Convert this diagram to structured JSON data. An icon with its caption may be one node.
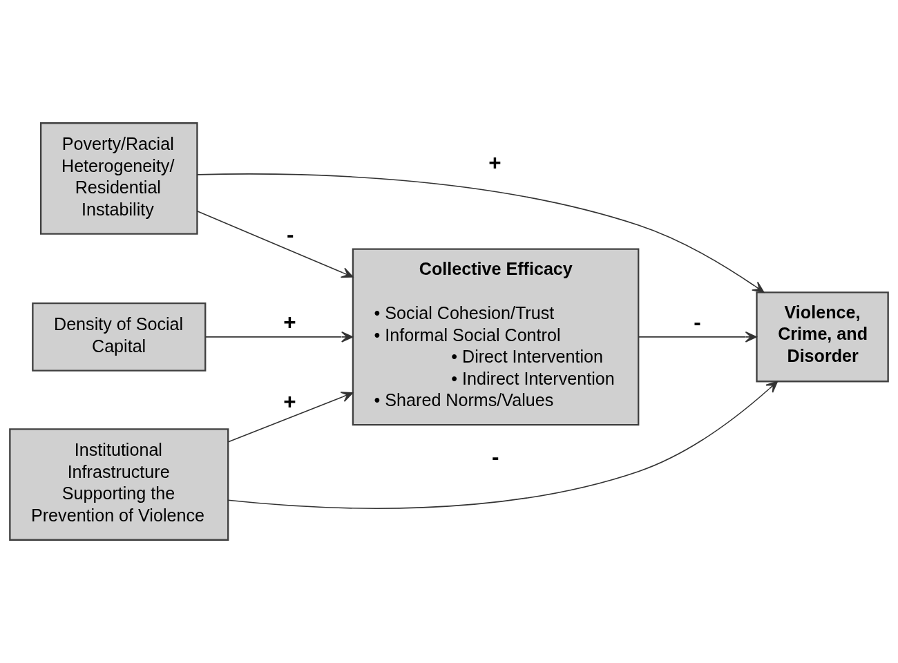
{
  "diagram": {
    "nodes": [
      {
        "text": [
          "Poverty/Racial Heterogeneity/ Residential Instability"
        ]
      },
      {
        "text": [
          "Collective Efficacy",
          "• Social Cohesion/Trust",
          "• Informal Social Control",
          "• Direct Intervention",
          "• Indirect Intervention",
          "• Shared Norms/Values"
        ]
      },
      {
        "text": [
          "Density of Social Capital"
        ]
      },
      {
        "text": [
          "Violence, Crime, and Disorder"
        ]
      },
      {
        "text": [
          "Institutional Infrastructure Supporting the Prevention of Violence"
        ]
      }
    ],
    "edges": [
      {
        "from": 0,
        "to": 1,
        "arrow": "to",
        "label": "-"
      },
      {
        "from": 0,
        "to": 3,
        "arrow": "to",
        "label": "+"
      },
      {
        "from": 2,
        "to": 1,
        "arrow": "to",
        "label": "+"
      },
      {
        "from": 1,
        "to": 3,
        "arrow": "to",
        "label": "-"
      },
      {
        "from": 4,
        "to": 1,
        "arrow": "to",
        "label": "+"
      },
      {
        "from": 4,
        "to": 3,
        "arrow": "to",
        "label": "-"
      }
    ]
  }
}
